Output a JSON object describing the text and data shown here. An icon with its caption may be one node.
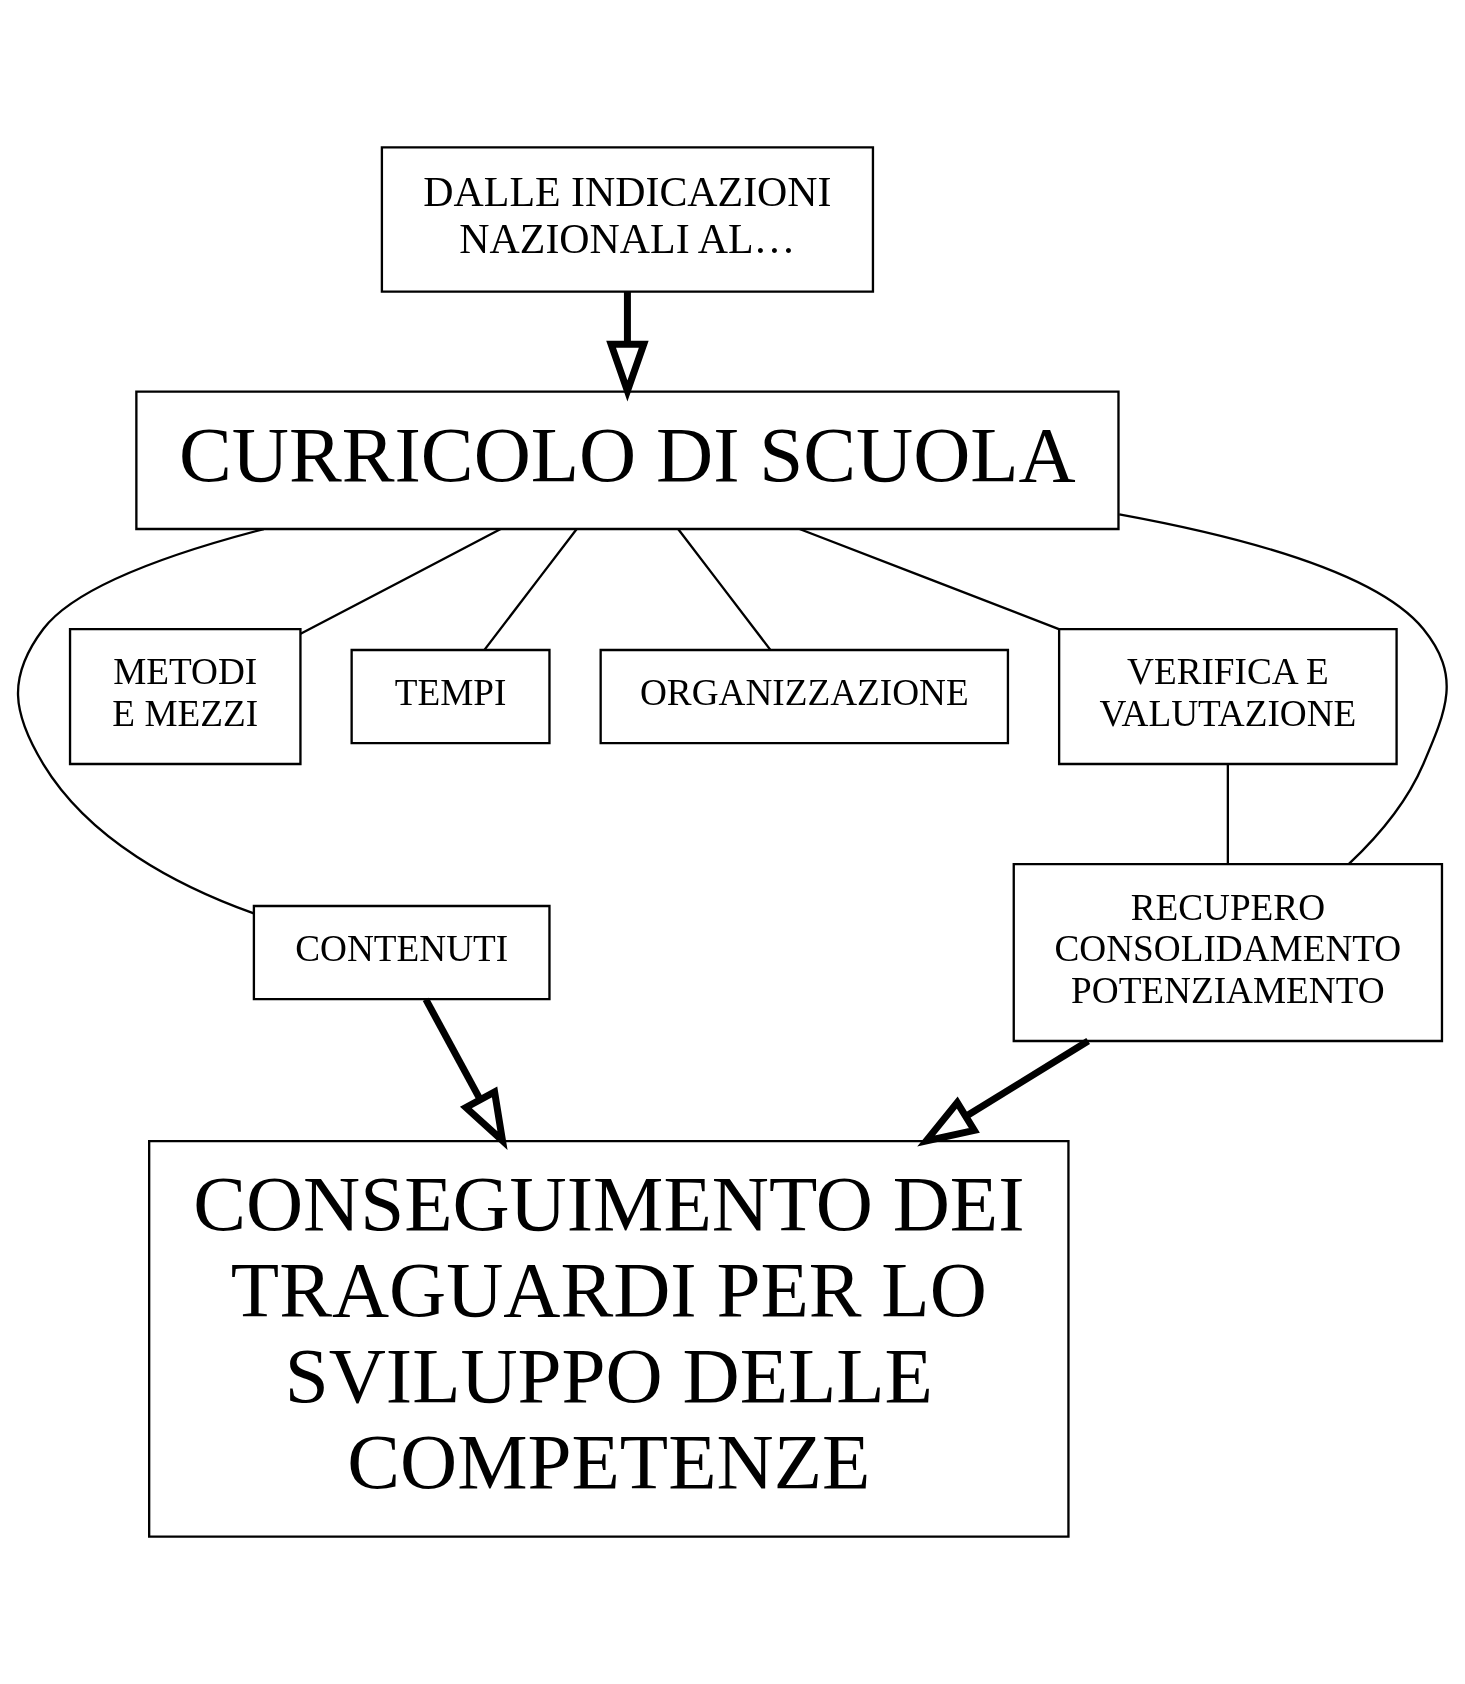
{
  "diagram": {
    "nodes": [
      {
        "text": [
          "DALLE INDICAZIONI NAZIONALI AL…"
        ]
      },
      {
        "text": [
          "CURRICOLO DI SCUOLA"
        ]
      },
      {
        "text": [
          "CONTENUTI"
        ]
      },
      {
        "text": [
          "METODI E MEZZI"
        ]
      },
      {
        "text": [
          "TEMPI"
        ]
      },
      {
        "text": [
          "ORGANIZZAZIONE"
        ]
      },
      {
        "text": [
          "VERIFICA E VALUTAZIONE"
        ]
      },
      {
        "text": [
          "RECUPERO CONSOLIDAMENTO POTENZIAMENTO"
        ]
      },
      {
        "text": [
          "CONSEGUIMENTO DEI TRAGUARDI PER LO SVILUPPO DELLE COMPETENZE"
        ]
      }
    ],
    "edges": [
      {
        "from": 0,
        "to": 1,
        "arrow": "to",
        "style": "thick"
      },
      {
        "from": 1,
        "to": 2,
        "arrow": "none"
      },
      {
        "from": 1,
        "to": 3,
        "arrow": "none"
      },
      {
        "from": 1,
        "to": 4,
        "arrow": "none"
      },
      {
        "from": 1,
        "to": 5,
        "arrow": "none"
      },
      {
        "from": 1,
        "to": 7,
        "arrow": "none"
      },
      {
        "from": 1,
        "to": 6,
        "arrow": "none"
      },
      {
        "from": 6,
        "to": 7,
        "arrow": "none"
      },
      {
        "from": 2,
        "to": 8,
        "arrow": "to",
        "style": "thick"
      },
      {
        "from": 7,
        "to": 8,
        "arrow": "to",
        "style": "thick"
      }
    ]
  }
}
